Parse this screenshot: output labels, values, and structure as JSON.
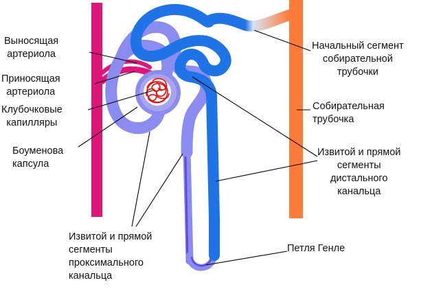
{
  "labels": {
    "efferent": [
      "Выносящая",
      "артериола"
    ],
    "afferent": [
      "Приносящая",
      "артериола"
    ],
    "glomerular": [
      "Клубочковые",
      "капилляры"
    ],
    "bowman": [
      "Боуменова",
      "капсула"
    ],
    "proximal": [
      "Извитой и прямой",
      "сегменты",
      "проксимального",
      "канальца"
    ],
    "collecting_initial": [
      "Начальный сегмент",
      "собирательной",
      "трубочки"
    ],
    "collecting": [
      "Собирательная",
      "трубочка"
    ],
    "distal": [
      "Извитой и прямой",
      "сегменты",
      "дистального",
      "канальца"
    ],
    "henle": [
      "Петля Генле"
    ]
  },
  "colors": {
    "artery": "#e0157a",
    "collecting_duct": "#ff7b3a",
    "distal_tubule": "#1e74e6",
    "proximal_tubule": "#8a8cf0",
    "capillaries": "#ff0000",
    "capsule_fill": "#a9a4ee"
  }
}
